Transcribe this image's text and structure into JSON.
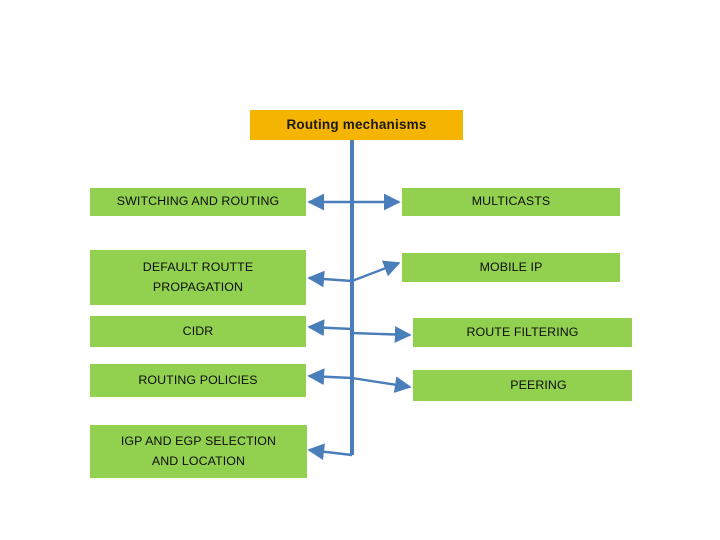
{
  "diagram": {
    "title_node": {
      "label": "Routing  mechanisms",
      "color": "#f5b400",
      "text_color": "#1a1a1a"
    },
    "branch_color": "#92d050",
    "connector_color": "#4a7ebb",
    "left_nodes": [
      {
        "label": "SWITCHING  AND ROUTING"
      },
      {
        "label": "DEFAULT ROUTTE\nPROPAGATION"
      },
      {
        "label": "CIDR"
      },
      {
        "label": "ROUTING POLICIES"
      },
      {
        "label": "IGP AND EGP SELECTION\nAND LOCATION"
      }
    ],
    "right_nodes": [
      {
        "label": "MULTICASTS"
      },
      {
        "label": "MOBILE IP"
      },
      {
        "label": "ROUTE FILTERING"
      },
      {
        "label": "PEERING"
      }
    ]
  }
}
